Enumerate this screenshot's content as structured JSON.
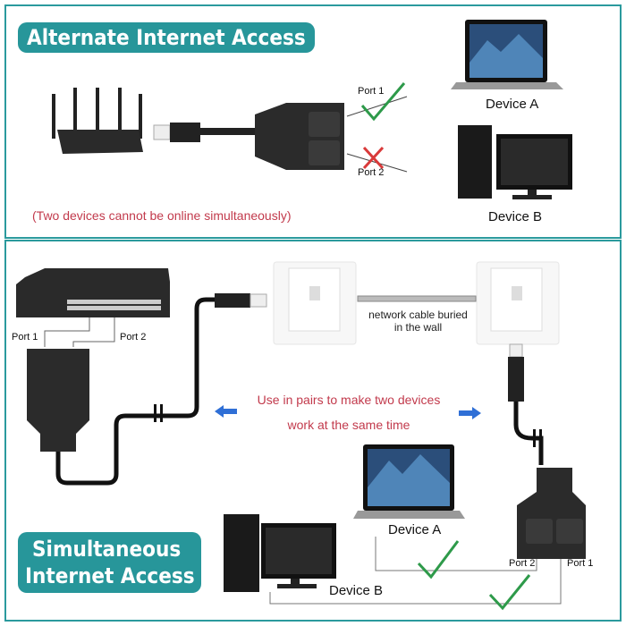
{
  "top": {
    "title": "Alternate Internet Access",
    "port1_label": "Port 1",
    "port2_label": "Port 2",
    "note": "(Two devices cannot be online simultaneously)",
    "device_a_label": "Device A",
    "device_b_label": "Device B",
    "port1_status": "check-icon",
    "port2_status": "cross-icon"
  },
  "bottom": {
    "title_line1": "Simultaneous",
    "title_line2": "Internet Access",
    "switch_port1_label": "Port 1",
    "switch_port2_label": "Port 2",
    "wall_label_line1": "network cable buried",
    "wall_label_line2": "in the wall",
    "note_line1": "Use in pairs to make two devices",
    "note_line2": "work at the same time",
    "device_a_label": "Device A",
    "device_b_label": "Device B",
    "splitter_port2_label": "Port 2",
    "splitter_port1_label": "Port 1"
  },
  "colors": {
    "accent": "#27969a",
    "note_red": "#c23a4c",
    "check_green": "#2e9a4a",
    "cross_red": "#d93a3a",
    "arrow_blue": "#2f6fd6"
  }
}
